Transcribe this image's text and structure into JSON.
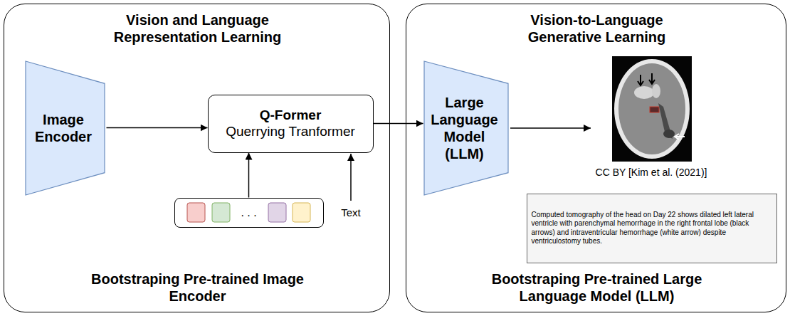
{
  "diagram": {
    "nodes": [
      {
        "text": [
          "Vision and Language Representation Learning",
          "Bootstraping Pre-trained Image Encoder"
        ]
      },
      {
        "text": [
          "Image Encoder"
        ],
        "in": 0
      },
      {
        "text": [
          "Q-Former",
          "Querrying Tranformer"
        ],
        "in": 0
      },
      {
        "text": [
          ". . ."
        ],
        "in": 0
      },
      {
        "text": [
          "Vision-to-Language Generative Learning",
          "Bootstraping Pre-trained Large Language Model (LLM)"
        ]
      },
      {
        "text": [
          "Large Language Model (LLM)"
        ],
        "in": 4
      },
      {
        "text": [
          "Computed tomography of the head on Day 22 shows dilated left lateral ventricle with parenchymal hemorrhage in the right frontal lobe (black arrows) and intraventricular hemorrhage (white arrow) despite ventriculostomy tubes."
        ],
        "in": 4
      }
    ],
    "edges": [
      {
        "from": 1,
        "to": 2,
        "arrow": "to"
      },
      {
        "from": 3,
        "to": 2,
        "arrow": "to"
      },
      {
        "from": 2,
        "to": 5,
        "arrow": "to"
      }
    ],
    "labels": [
      "Text",
      "CC BY [Kim et al. (2021)]"
    ]
  }
}
